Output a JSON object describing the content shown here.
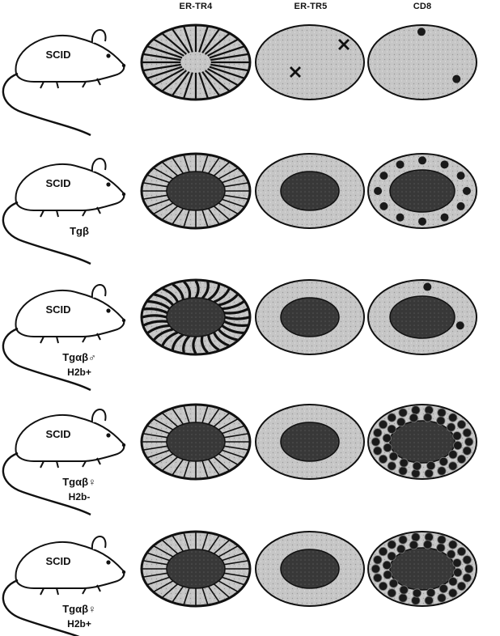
{
  "columns": [
    {
      "label": "ER-TR4"
    },
    {
      "label": "ER-TR5"
    },
    {
      "label": "CD8"
    }
  ],
  "rows": [
    {
      "mouse_label": "SCID",
      "genotype_line1": "",
      "genotype_line2": "",
      "ertr4": {
        "medulla": false,
        "pattern": "stripes"
      },
      "ertr5": {
        "medulla": false,
        "markers": "crosses"
      },
      "cd8": {
        "medulla": false,
        "dots": "sparse"
      }
    },
    {
      "mouse_label": "SCID",
      "genotype_line1": "Tgβ",
      "genotype_line2": "",
      "ertr4": {
        "medulla": true,
        "pattern": "stripes"
      },
      "ertr5": {
        "medulla": true,
        "markers": "none"
      },
      "cd8": {
        "medulla": true,
        "dots": "medium"
      }
    },
    {
      "mouse_label": "SCID",
      "genotype_line1": "Tgαβ♂",
      "genotype_line2": "H2b+",
      "ertr4": {
        "medulla": true,
        "pattern": "wavy"
      },
      "ertr5": {
        "medulla": true,
        "markers": "none"
      },
      "cd8": {
        "medulla": true,
        "dots": "sparse"
      }
    },
    {
      "mouse_label": "SCID",
      "genotype_line1": "Tgαβ♀",
      "genotype_line2": "H2b-",
      "ertr4": {
        "medulla": true,
        "pattern": "stripes"
      },
      "ertr5": {
        "medulla": true,
        "markers": "none"
      },
      "cd8": {
        "medulla": true,
        "dots": "dense"
      }
    },
    {
      "mouse_label": "SCID",
      "genotype_line1": "Tgαβ♀",
      "genotype_line2": "H2b+",
      "ertr4": {
        "medulla": true,
        "pattern": "stripes"
      },
      "ertr5": {
        "medulla": true,
        "markers": "none"
      },
      "cd8": {
        "medulla": true,
        "dots": "dense"
      }
    }
  ],
  "colors": {
    "cortex": "#c4c4c4",
    "medulla": "#3a3a3a",
    "outline": "#111111"
  }
}
